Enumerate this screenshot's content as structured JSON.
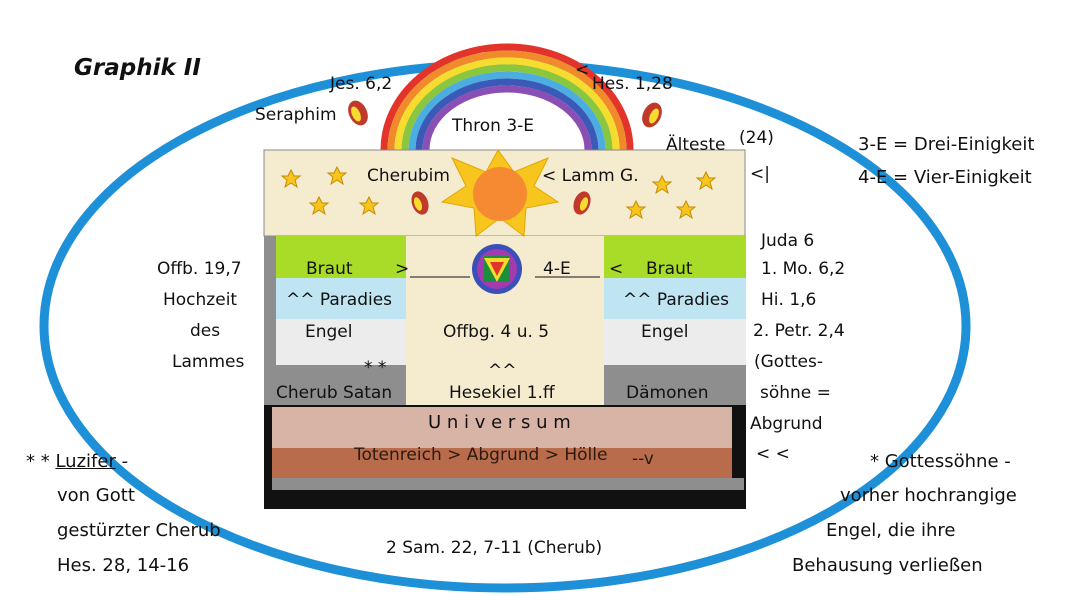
{
  "title": "Graphik II",
  "top": {
    "jes": "Jes. 6,2",
    "hes_lt": "<",
    "hes": "Hes. 1,28",
    "seraphim": "Seraphim",
    "thron": "Thron 3-E",
    "aelteste": "Älteste",
    "count24": "(24)"
  },
  "legend": {
    "drei": "3-E = Drei-Einigkeit",
    "vier": "4-E = Vier-Einigkeit"
  },
  "cherub_band": {
    "cherubim": "Cherubim",
    "lamm": "< Lamm G.",
    "bar": "<|"
  },
  "rows": {
    "braut_left": "Braut",
    "braut_gt": ">",
    "four_e": "4-E",
    "braut_right_lt": "<",
    "braut_right": "Braut",
    "paradies_left": "^^ Paradies",
    "paradies_right": "^^ Paradies",
    "engel_left": "Engel",
    "offbg": "Offbg. 4 u. 5",
    "engel_right": "Engel",
    "stars": "* *",
    "caret": "^^",
    "cherub_satan": "Cherub Satan",
    "hesekiel": "Hesekiel 1.ff",
    "daemonen": "Dämonen",
    "universum": "U n i v e r s u m",
    "totenreich": "Totenreich > Abgrund > Hölle",
    "arrow_v": "--v",
    "star_single": "*"
  },
  "left_side": [
    "Offb. 19,7",
    "Hochzeit",
    "des",
    "Lammes"
  ],
  "right_side": [
    "Juda 6",
    "1. Mo. 6,2",
    "Hi. 1,6",
    "2. Petr. 2,4",
    "(Gottes-",
    "söhne =",
    "Abgrund",
    "< <"
  ],
  "luzifer": {
    "prefix": "* *",
    "name": "Luzifer",
    "dash": "-",
    "line2": "von Gott",
    "line3": "gestürzter Cherub",
    "line4": "Hes. 28, 14-16"
  },
  "gottessoehne": {
    "line1": "* Gottessöhne -",
    "line2": "vorher hochrangige",
    "line3": "Engel, die ihre",
    "line4": "Behausung verließen"
  },
  "bottom": "2 Sam. 22, 7-11 (Cherub)",
  "colors": {
    "ellipse": "#1e90d8",
    "cream": "#f5ecd0",
    "green": "#a8dc28",
    "light_blue": "#bfe4f2",
    "light_gray": "#ececec",
    "mid_gray": "#8e8e8e",
    "pink": "#d8b4a6",
    "brown": "#b86c4c",
    "black": "#111111",
    "star_yellow": "#f7c51e",
    "sun_orange": "#f58a32"
  }
}
